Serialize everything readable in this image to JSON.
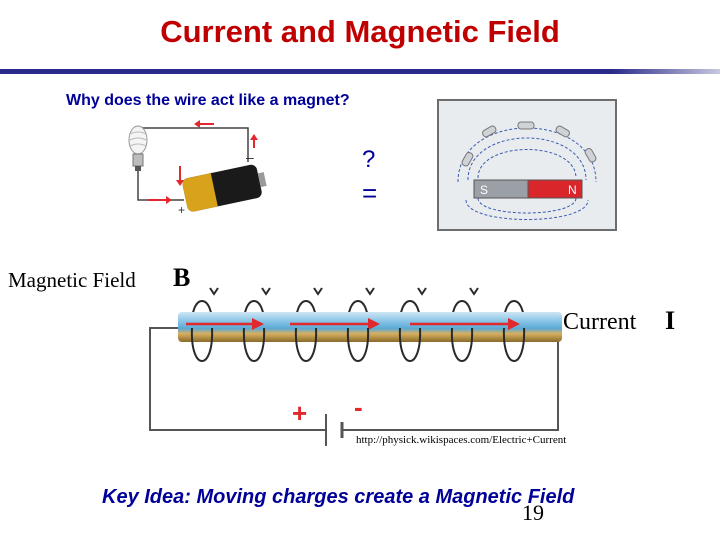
{
  "title": "Current and Magnetic Field",
  "question": "Why does the wire act like a magnet?",
  "question_mark": "?",
  "equals_sign": "=",
  "circuit_labels": {
    "minus": "–",
    "plus": "+"
  },
  "bar_magnet": {
    "south": "S",
    "north": "N"
  },
  "magnetic_field_label": "Magnetic Field",
  "magnetic_field_symbol": "B",
  "current_label": "Current",
  "current_symbol": "I",
  "battery_labels": {
    "plus": "+",
    "minus": "-"
  },
  "source_credit": "http://physick.wikispaces.com/Electric+Current",
  "key_idea": "Key Idea:  Moving charges create a Magnetic Field",
  "page_number": "19",
  "colors": {
    "title": "#c00000",
    "accent_text": "#000099",
    "arrow_red": "#e0282d"
  },
  "icons": [
    "light-bulb-icon",
    "battery-icon",
    "bar-magnet-photo",
    "solenoid-wire-diagram"
  ]
}
